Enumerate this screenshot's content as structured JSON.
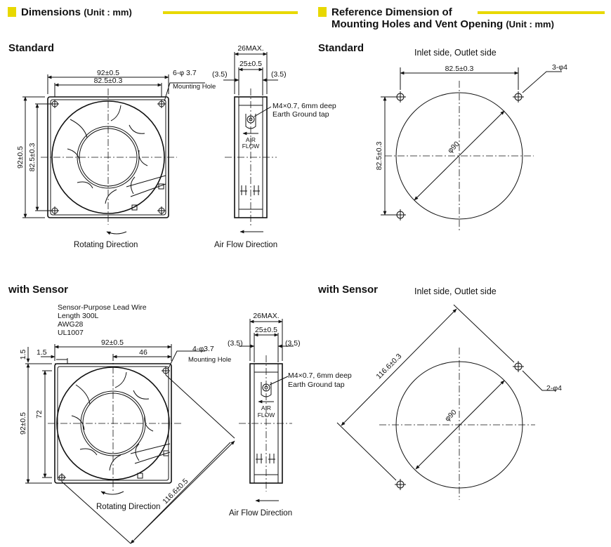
{
  "headers": {
    "dimensions": {
      "title": "Dimensions",
      "unit": "(Unit : mm)"
    },
    "reference": {
      "title_line1": "Reference Dimension of",
      "title_line2": "Mounting Holes and Vent Opening",
      "unit": "(Unit : mm)"
    }
  },
  "sections": {
    "standard": "Standard",
    "with_sensor": "with Sensor",
    "ref_standard": "Standard",
    "ref_with_sensor": "with Sensor"
  },
  "standard": {
    "front": {
      "dim_92": "92±0.5",
      "dim_82_5": "82.5±0.3",
      "dim_92_v": "92±0.5",
      "dim_82_5_v": "82.5±0.3",
      "holes": "6-φ 3.7",
      "mounting_hole": "Mounting Hole",
      "rotating": "Rotating Direction"
    },
    "side": {
      "max": "26MAX.",
      "d25": "25±0.5",
      "d35_left": "(3.5)",
      "d35_right": "(3.5)",
      "tap_line1": "M4×0.7, 6mm deep",
      "tap_line2": "Earth Ground tap",
      "air1": "AIR",
      "air2": "FLOW",
      "airflow": "Air Flow Direction"
    }
  },
  "sensor": {
    "front": {
      "lead1": "Sensor-Purpose Lead Wire",
      "lead2": "Length 300L",
      "lead3": "AWG28",
      "lead4": "UL1007",
      "d1_5a": "1.5",
      "d1_5b": "1.5",
      "d92": "92±0.5",
      "d46": "46",
      "holes": "4-φ3.7",
      "mounting_hole": "Mounting Hole",
      "d92_v": "92±0.5",
      "d72": "72",
      "d116": "116.6±0.5",
      "rotating": "Rotating Direction"
    },
    "side": {
      "max": "26MAX.",
      "d25": "25±0.5",
      "d35_left": "(3.5)",
      "d35_right": "(3.5)",
      "tap_line1": "M4×0.7, 6mm deep",
      "tap_line2": "Earth Ground tap",
      "air1": "AIR",
      "air2": "FLOW",
      "airflow": "Air Flow Direction"
    }
  },
  "ref_standard": {
    "inlet": "Inlet side, Outlet side",
    "d82_5": "82.5±0.3",
    "holes": "3-φ4",
    "d82_5_v": "82.5±0.3",
    "dia": "φ90"
  },
  "ref_sensor": {
    "inlet": "Inlet side, Outlet side",
    "d116": "116.6±0.3",
    "holes": "2-φ4",
    "dia": "φ90"
  }
}
